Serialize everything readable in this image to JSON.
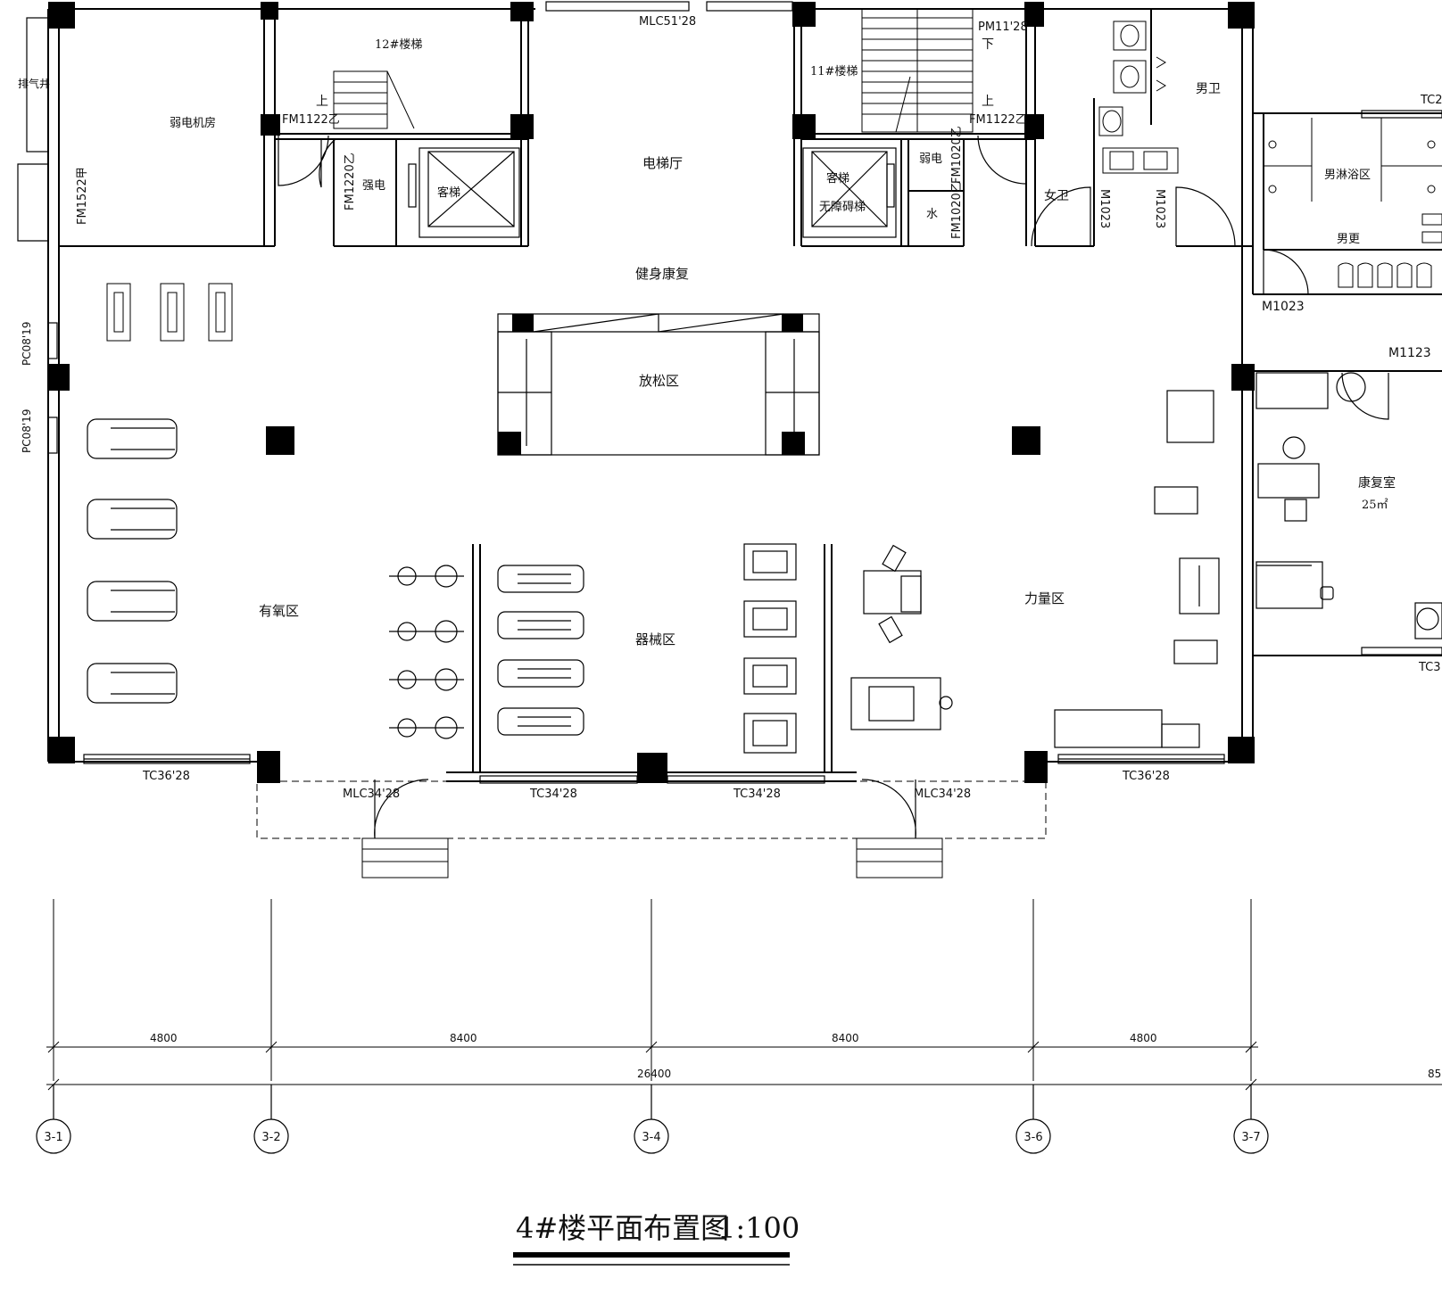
{
  "drawing": {
    "title": "4#楼平面布置图",
    "scale": "1:100"
  },
  "rooms": {
    "weak_room": "弱电机房",
    "stair_12": "12#楼梯",
    "stair_11": "11#楼梯",
    "elevator_hall": "电梯厅",
    "strong_elec": "强电",
    "weak_elec": "弱电",
    "water": "水",
    "passenger_lift": "客梯",
    "accessible_lift": "客梯",
    "accessible_lift_2": "无障碍梯",
    "exhaust_shaft": "排气井",
    "mens_wc": "男卫",
    "womens_wc": "女卫",
    "mens_shower": "男淋浴区",
    "mens_change": "男更",
    "fitness": "健身康复",
    "relax": "放松区",
    "cardio": "有氧区",
    "equipment": "器械区",
    "strength": "力量区",
    "rehab": "康复室",
    "rehab_area": "25㎡",
    "stair_up": "上",
    "stair_down": "下"
  },
  "codes": {
    "mlc51": "MLC51'28",
    "pm11": "PM11'28",
    "fm1122_l": "FM1122乙",
    "fm1122_r": "FM1122乙",
    "fm1522": "FM1522甲",
    "fm1220": "FM1220乙",
    "fm1020_a": "FM1020乙",
    "fm1020_b": "FM1020乙",
    "m1023_a": "M1023",
    "m1023_b": "M1023",
    "m1023_c": "M1023",
    "m1123": "M1123",
    "tc_right_top": "TC2",
    "tc_right_mid": "TC3",
    "pc0819_a": "PC08'19",
    "pc0819_b": "PC08'19",
    "tc3628_l": "TC36'28",
    "tc3628_r": "TC36'28",
    "mlc3428_l": "MLC34'28",
    "mlc3428_r": "MLC34'28",
    "tc3428_a": "TC34'28",
    "tc3428_b": "TC34'28"
  },
  "dimensions": {
    "segments": [
      "4800",
      "8400",
      "8400",
      "4800"
    ],
    "total": "26400",
    "right_partial": "85"
  },
  "axes": [
    "3-1",
    "3-2",
    "3-4",
    "3-6",
    "3-7"
  ]
}
